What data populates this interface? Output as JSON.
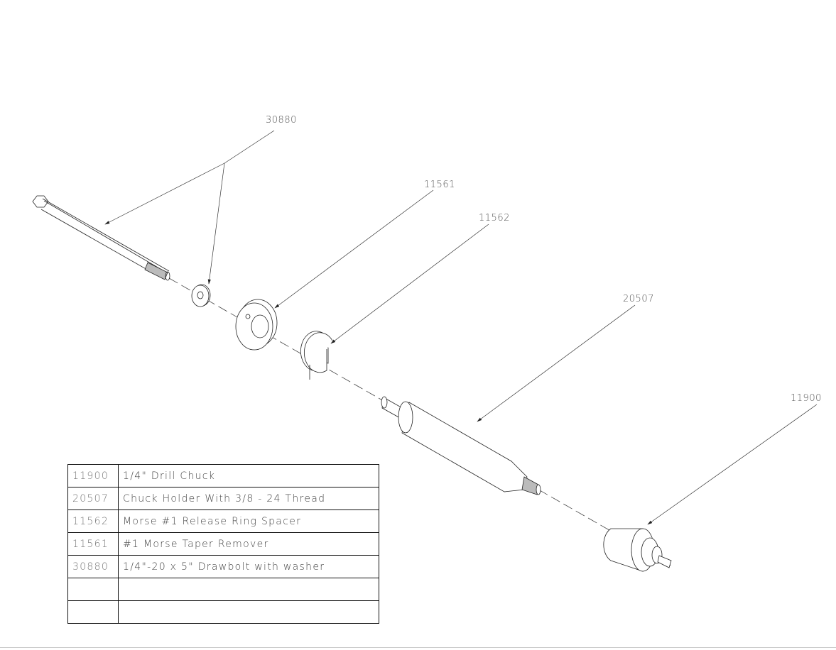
{
  "callouts": {
    "bolt": "30880",
    "remover": "11561",
    "spacer": "11562",
    "holder": "20507",
    "chuck": "11900"
  },
  "parts_table": [
    {
      "part": "11900",
      "description": "1/4\" Drill Chuck"
    },
    {
      "part": "20507",
      "description": "Chuck Holder With 3/8 - 24 Thread"
    },
    {
      "part": "11562",
      "description": "Morse #1 Release Ring Spacer"
    },
    {
      "part": "11561",
      "description": "#1 Morse Taper  Remover"
    },
    {
      "part": "30880",
      "description": "1/4\"-20 x 5\" Drawbolt with washer"
    },
    {
      "part": "",
      "description": ""
    },
    {
      "part": "",
      "description": ""
    }
  ]
}
